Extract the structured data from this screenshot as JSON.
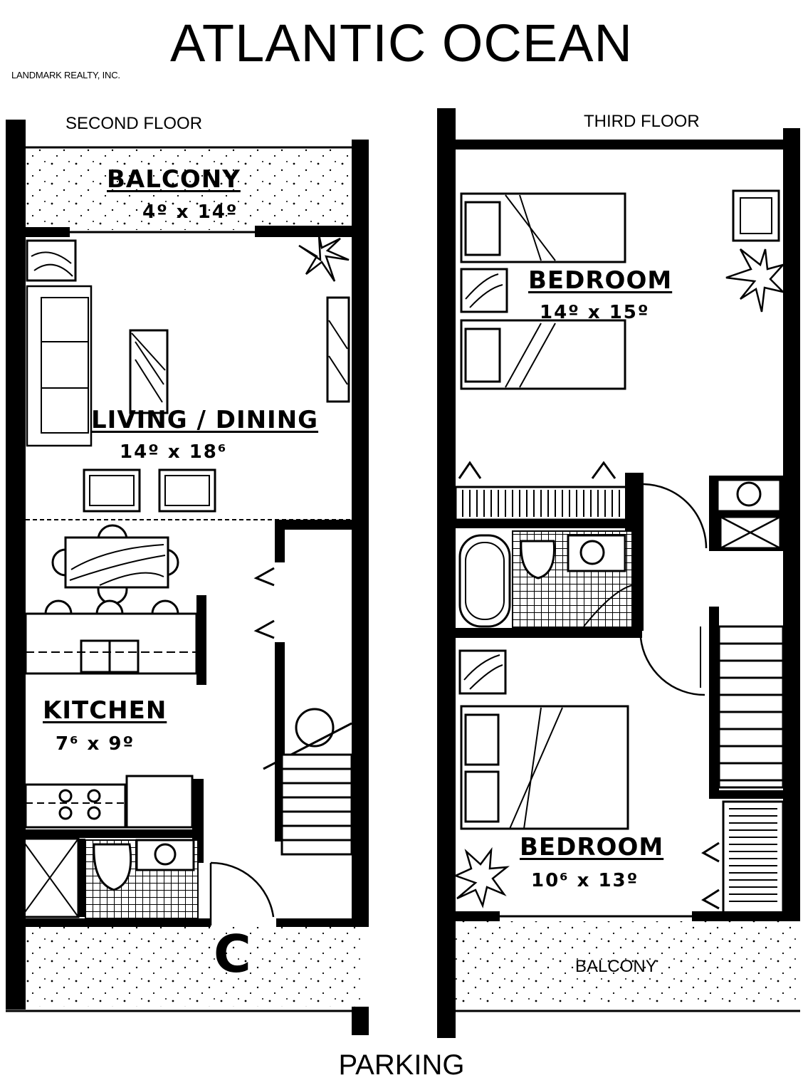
{
  "title": "ATLANTIC OCEAN",
  "credit": "LANDMARK REALTY, INC.",
  "bottom_label": "PARKING",
  "unit_letter": "C",
  "second_floor": {
    "label": "SECOND FLOOR",
    "rooms": [
      {
        "name": "BALCONY",
        "dims": "4º x 14º"
      },
      {
        "name": "LIVING / DINING",
        "dims": "14º x 18⁶"
      },
      {
        "name": "KITCHEN",
        "dims": "7⁶ x 9º"
      }
    ]
  },
  "third_floor": {
    "label": "THIRD FLOOR",
    "rooms": [
      {
        "name": "BEDROOM",
        "dims": "14º x 15º"
      },
      {
        "name": "BEDROOM",
        "dims": "10⁶ x 13º"
      }
    ],
    "balcony_label": "BALCONY"
  },
  "colors": {
    "ink": "#000000",
    "paper": "#ffffff"
  }
}
